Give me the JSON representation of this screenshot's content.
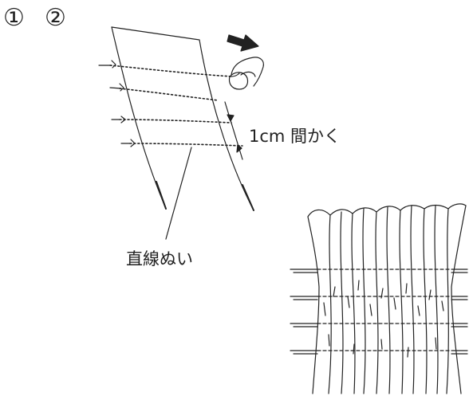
{
  "steps": {
    "first": "①",
    "second": "②"
  },
  "labels": {
    "spacing": "1cm 間かく",
    "straight_stitch": "直線ぬい"
  }
}
